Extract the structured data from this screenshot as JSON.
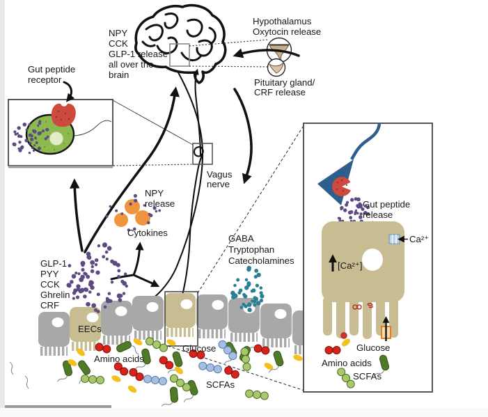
{
  "figure": {
    "labels": {
      "brain_release": [
        "NPY",
        "CCK",
        "GLP-1 release",
        "all over the",
        "brain"
      ],
      "hypothalamus": [
        "Hypothalamus",
        "Oxytocin release"
      ],
      "pituitary": [
        "Pituitary gland/",
        "CRF release"
      ],
      "receptor_inset": [
        "Gut peptide",
        "receptor"
      ],
      "npy": [
        "NPY",
        "release"
      ],
      "cytokines": "Cytokines",
      "vagus": [
        "Vagus",
        "nerve"
      ],
      "neurotransmitters": [
        "GABA",
        "Tryptophan",
        "Catecholamines"
      ],
      "gut_peptides": [
        "GLP-1",
        "PYY",
        "CCK",
        "Ghrelin",
        "CRF"
      ],
      "eecs": "EECs",
      "amino_acids": "Amino acids",
      "glucose": "Glucose",
      "scfas": "SCFAs"
    },
    "inset": {
      "gut_peptide_release": [
        "Gut peptide",
        "release"
      ],
      "ca_influx": "Ca²⁺",
      "ca_increase": "[Ca²⁺]",
      "glucose": "Glucose",
      "amino_acids": "Amino acids",
      "scfas": "SCFAs"
    },
    "colors": {
      "gut_peptide_dots": "#5d4a82",
      "cytokine_cell": "#f0953f",
      "neurotransmitter_dots": "#2b7f95",
      "eec_cell": "#c8bc92",
      "epithelial_cell": "#a8a8a8",
      "receptor_red": "#cd4a3e",
      "afferent_terminal_green": "#8cba4e",
      "neuron_blue": "#2e5f8c",
      "bacterium_green": "#4f7a28",
      "scfa_green": "#a9c86b",
      "glucose_blue": "#a3bfe3",
      "amino_acid_red": "#d92318",
      "lipid_yellow": "#f4c01e",
      "gland_tan": "#c7ae8e",
      "ink": "#111111"
    }
  }
}
